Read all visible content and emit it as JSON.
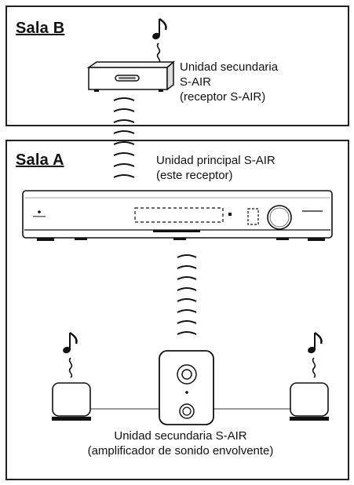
{
  "room_b": {
    "title": "Sala B",
    "device_label_line1": "Unidad secundaria",
    "device_label_line2": "S-AIR",
    "device_label_line3": "(receptor S-AIR)"
  },
  "room_a": {
    "title": "Sala A",
    "main_label_line1": "Unidad principal S-AIR",
    "main_label_line2": "(este receptor)",
    "amp_label_line1": "Unidad secundaria S-AIR",
    "amp_label_line2": "(amplificador de sonido envolvente)"
  },
  "icons": [
    "music-note-icon",
    "wireless-signal-icon",
    "receiver-icon",
    "speaker-icon",
    "surround-amplifier-icon"
  ]
}
